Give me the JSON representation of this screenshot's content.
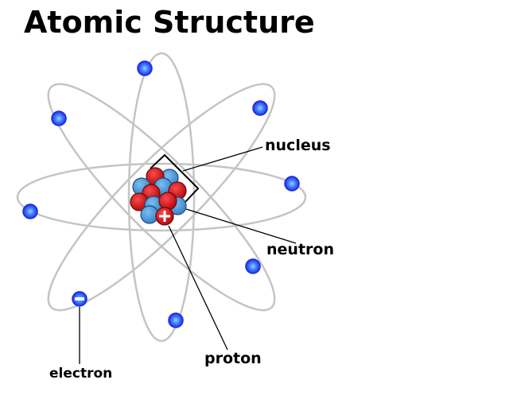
{
  "title": "Atomic Structure",
  "labels": {
    "nucleus": "nucleus",
    "neutron": "neutron",
    "proton": "proton",
    "electron": "electron"
  },
  "colors": {
    "orbit": "#c4c4c4",
    "electron": "#3348ff",
    "proton": "#e0222a",
    "neutron": "#5aa4e0"
  }
}
